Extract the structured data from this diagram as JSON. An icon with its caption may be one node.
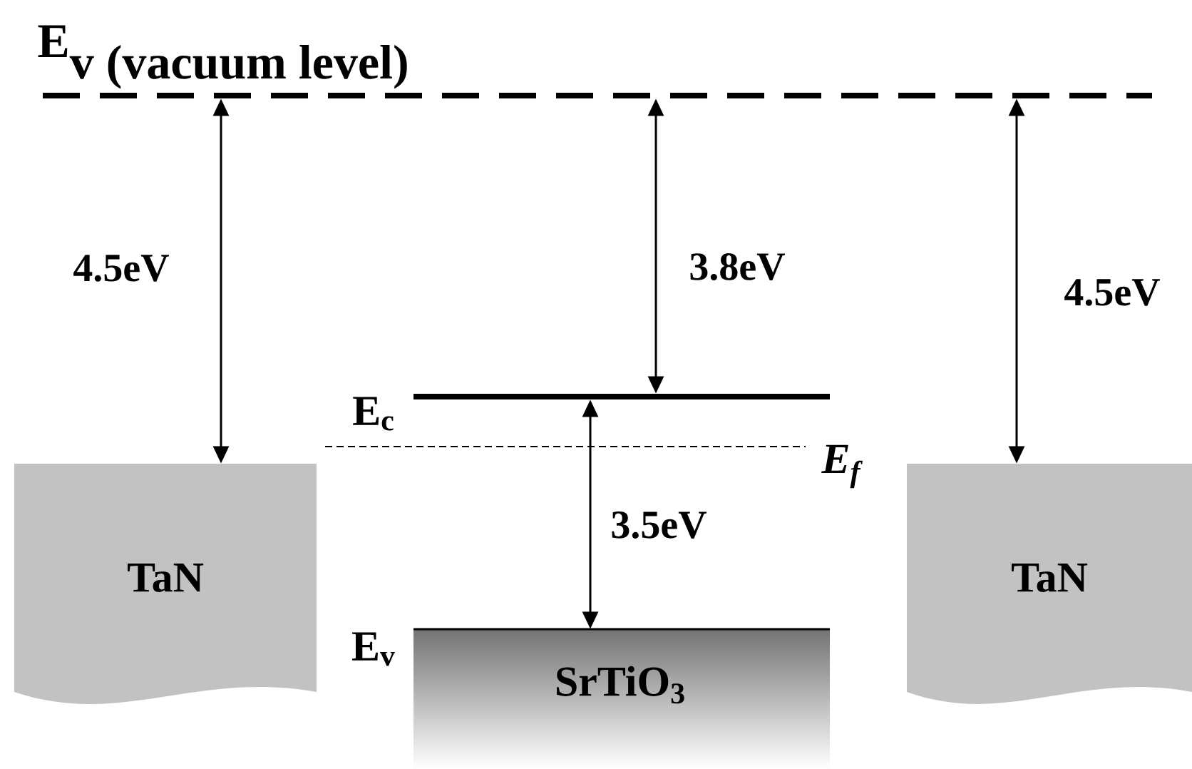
{
  "diagram": {
    "nodes": [
      {
        "text": [
          "\\textbf{E}_{\\textbf{v (vacuum level)}}"
        ]
      },
      {
        "text": [
          "TaN"
        ]
      },
      {
        "text": [
          "E$_{c}$"
        ]
      },
      {
        "text": [
          "SrTiO$_{3}$"
        ],
        "beside": [
          "E$_{v}$"
        ]
      },
      {
        "text": [
          "TaN"
        ]
      }
    ],
    "edges": [
      {
        "from": 0,
        "to": 1,
        "arrow": "both",
        "label": "4.5eV"
      },
      {
        "from": 0,
        "to": 2,
        "arrow": "both",
        "label": "3.8eV"
      },
      {
        "from": 2,
        "to": 3,
        "arrow": "both",
        "label": "3.5eV"
      },
      {
        "from": 0,
        "to": 4,
        "arrow": "both",
        "label": "4.5eV"
      }
    ],
    "labels": [
      "E$_{f}$"
    ]
  }
}
